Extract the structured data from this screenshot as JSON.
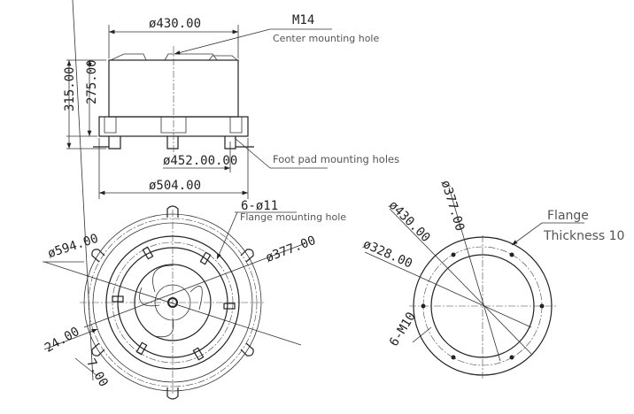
{
  "side_view": {
    "top_diameter": "ø430.00",
    "center_hole_spec": "M14",
    "center_hole_label": "Center mounting hole",
    "total_height": "315.00",
    "body_height": "275.00",
    "foot_pad_pcd": "ø452.00.00",
    "foot_pad_label": "Foot pad mounting holes",
    "base_diameter": "ø504.00"
  },
  "top_view": {
    "flange_hole_spec": "6-ø11",
    "flange_hole_label": "Flange mounting hole",
    "outer_diameter": "ø594.00",
    "inner_diameter": "ø377.00",
    "slot_width": "24.00",
    "slot_offset": "7.00"
  },
  "flange_view": {
    "d377": "ø377.00",
    "d430": "ø430.00",
    "d328": "ø328.00",
    "thread_spec": "6-M10",
    "flange_label": "Flange",
    "thickness_label": "Thickness 10"
  }
}
